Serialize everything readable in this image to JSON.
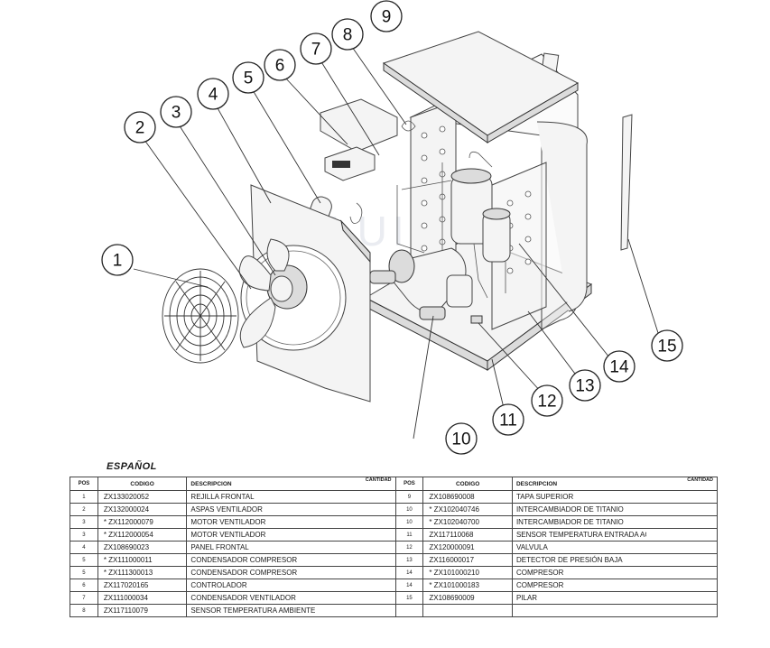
{
  "diagram": {
    "watermark": "FLUIDRA",
    "callouts": [
      "1",
      "2",
      "3",
      "4",
      "5",
      "6",
      "7",
      "8",
      "9",
      "10",
      "11",
      "12",
      "13",
      "14",
      "15"
    ]
  },
  "table": {
    "heading": "ESPAÑOL",
    "headers": {
      "pos": "POS",
      "codigo": "CODIGO",
      "descripcion": "DESCRIPCION",
      "cantidad": "CANTIDAD"
    },
    "left_rows": [
      {
        "pos": "1",
        "code": "ZX133020052",
        "desc": "REJILLA FRONTAL"
      },
      {
        "pos": "2",
        "code": "ZX132000024",
        "desc": "ASPAS VENTILADOR"
      },
      {
        "pos": "3",
        "code": "* ZX112000079",
        "desc": "MOTOR VENTILADOR"
      },
      {
        "pos": "3",
        "code": "* ZX112000054",
        "desc": "MOTOR VENTILADOR"
      },
      {
        "pos": "4",
        "code": "ZX108690023",
        "desc": "PANEL FRONTAL"
      },
      {
        "pos": "5",
        "code": "* ZX111000011",
        "desc": "CONDENSADOR COMPRESOR"
      },
      {
        "pos": "5",
        "code": "* ZX111300013",
        "desc": "CONDENSADOR COMPRESOR"
      },
      {
        "pos": "6",
        "code": "ZX117020165",
        "desc": "CONTROLADOR"
      },
      {
        "pos": "7",
        "code": "ZX111000034",
        "desc": "CONDENSADOR VENTILADOR"
      },
      {
        "pos": "8",
        "code": "ZX117110079",
        "desc": "SENSOR TEMPERATURA AMBIENTE"
      }
    ],
    "right_rows": [
      {
        "pos": "9",
        "code": "ZX108690008",
        "desc": "TAPA SUPERIOR"
      },
      {
        "pos": "10",
        "code": "* ZX102040746",
        "desc": "INTERCAMBIADOR DE TITANIO"
      },
      {
        "pos": "10",
        "code": "* ZX102040700",
        "desc": "INTERCAMBIADOR DE TITANIO"
      },
      {
        "pos": "11",
        "code": "ZX117110068",
        "desc": "SENSOR TEMPERATURA ENTRADA AGUA"
      },
      {
        "pos": "12",
        "code": "ZX120000091",
        "desc": "VALVULA"
      },
      {
        "pos": "13",
        "code": "ZX116000017",
        "desc": "DETECTOR DE PRESIÓN BAJA"
      },
      {
        "pos": "14",
        "code": "* ZX101000210",
        "desc": "COMPRESOR"
      },
      {
        "pos": "14",
        "code": "* ZX101000183",
        "desc": "COMPRESOR"
      },
      {
        "pos": "15",
        "code": "ZX108690009",
        "desc": "PILAR"
      },
      {
        "pos": "",
        "code": "",
        "desc": ""
      }
    ]
  }
}
